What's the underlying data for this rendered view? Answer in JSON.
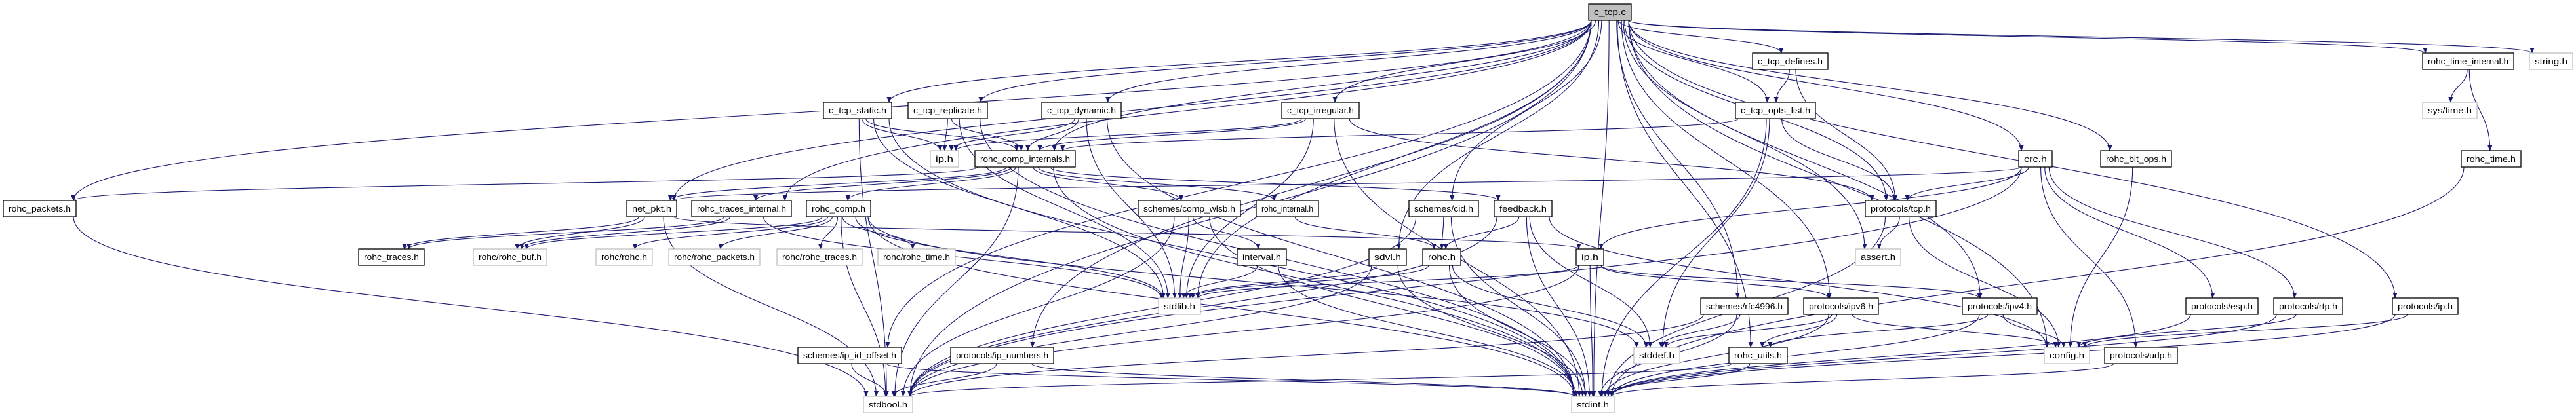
{
  "graph": {
    "type": "include-dependency-graph",
    "edge_color": "#191970",
    "root_fill": "#bfbfbf",
    "undocumented_border": "#bfbfbf",
    "nodes": [
      {
        "id": "c_tcp_c",
        "label": "c_tcp.c",
        "root": true
      },
      {
        "id": "c_tcp_defines",
        "label": "c_tcp_defines.h"
      },
      {
        "id": "rohc_time_internal",
        "label": "rohc_time_internal.h"
      },
      {
        "id": "string",
        "label": "string.h",
        "nodoc": true
      },
      {
        "id": "c_tcp_static",
        "label": "c_tcp_static.h"
      },
      {
        "id": "c_tcp_replicate",
        "label": "c_tcp_replicate.h"
      },
      {
        "id": "c_tcp_dynamic",
        "label": "c_tcp_dynamic.h"
      },
      {
        "id": "c_tcp_irregular",
        "label": "c_tcp_irregular.h"
      },
      {
        "id": "c_tcp_opts_list",
        "label": "c_tcp_opts_list.h"
      },
      {
        "id": "sys_time",
        "label": "sys/time.h",
        "nodoc": true
      },
      {
        "id": "ip_sys",
        "label": "ip.h",
        "nodoc": true
      },
      {
        "id": "rohc_comp_internals",
        "label": "rohc_comp_internals.h"
      },
      {
        "id": "crc",
        "label": "crc.h"
      },
      {
        "id": "rohc_bit_ops",
        "label": "rohc_bit_ops.h"
      },
      {
        "id": "rohc_time",
        "label": "rohc_time.h"
      },
      {
        "id": "rohc_packets",
        "label": "rohc_packets.h"
      },
      {
        "id": "net_pkt",
        "label": "net_pkt.h"
      },
      {
        "id": "rohc_traces_internal",
        "label": "rohc_traces_internal.h"
      },
      {
        "id": "rohc_comp",
        "label": "rohc_comp.h"
      },
      {
        "id": "comp_wlsb",
        "label": "schemes/comp_wlsb.h"
      },
      {
        "id": "rohc_internal",
        "label": "rohc_internal.h"
      },
      {
        "id": "cid",
        "label": "schemes/cid.h"
      },
      {
        "id": "feedback",
        "label": "feedback.h"
      },
      {
        "id": "tcp",
        "label": "protocols/tcp.h"
      },
      {
        "id": "rohc_traces",
        "label": "rohc_traces.h"
      },
      {
        "id": "rohc_buf",
        "label": "rohc/rohc_buf.h",
        "nodoc": true
      },
      {
        "id": "rohc_rohc",
        "label": "rohc/rohc.h",
        "nodoc": true
      },
      {
        "id": "rohc_rohc_packets",
        "label": "rohc/rohc_packets.h",
        "nodoc": true
      },
      {
        "id": "rohc_rohc_traces",
        "label": "rohc/rohc_traces.h",
        "nodoc": true
      },
      {
        "id": "rohc_rohc_time",
        "label": "rohc/rohc_time.h",
        "nodoc": true
      },
      {
        "id": "interval",
        "label": "interval.h"
      },
      {
        "id": "sdvl",
        "label": "sdvl.h"
      },
      {
        "id": "rohc_h",
        "label": "rohc.h"
      },
      {
        "id": "ip",
        "label": "ip.h"
      },
      {
        "id": "assert",
        "label": "assert.h",
        "nodoc": true
      },
      {
        "id": "stdlib",
        "label": "stdlib.h",
        "nodoc": true
      },
      {
        "id": "rfc4996",
        "label": "schemes/rfc4996.h"
      },
      {
        "id": "ipv6",
        "label": "protocols/ipv6.h"
      },
      {
        "id": "ipv4",
        "label": "protocols/ipv4.h"
      },
      {
        "id": "esp",
        "label": "protocols/esp.h"
      },
      {
        "id": "rtp",
        "label": "protocols/rtp.h"
      },
      {
        "id": "proto_ip",
        "label": "protocols/ip.h"
      },
      {
        "id": "ip_id_offset",
        "label": "schemes/ip_id_offset.h"
      },
      {
        "id": "ip_numbers",
        "label": "protocols/ip_numbers.h"
      },
      {
        "id": "stddef",
        "label": "stddef.h",
        "nodoc": true
      },
      {
        "id": "rohc_utils",
        "label": "rohc_utils.h"
      },
      {
        "id": "config",
        "label": "config.h",
        "nodoc": true
      },
      {
        "id": "udp",
        "label": "protocols/udp.h"
      },
      {
        "id": "stdbool",
        "label": "stdbool.h",
        "nodoc": true
      },
      {
        "id": "stdint",
        "label": "stdint.h",
        "nodoc": true
      }
    ],
    "edges": [
      [
        "c_tcp_c",
        "rohc_packets"
      ],
      [
        "c_tcp_c",
        "net_pkt"
      ],
      [
        "c_tcp_c",
        "rohc_traces_internal"
      ],
      [
        "c_tcp_c",
        "rohc_comp_internals"
      ],
      [
        "c_tcp_c",
        "c_tcp_static"
      ],
      [
        "c_tcp_c",
        "c_tcp_replicate"
      ],
      [
        "c_tcp_c",
        "c_tcp_dynamic"
      ],
      [
        "c_tcp_c",
        "c_tcp_irregular"
      ],
      [
        "c_tcp_c",
        "c_tcp_defines"
      ],
      [
        "c_tcp_c",
        "c_tcp_opts_list"
      ],
      [
        "c_tcp_c",
        "cid"
      ],
      [
        "c_tcp_c",
        "sdvl"
      ],
      [
        "c_tcp_c",
        "rfc4996"
      ],
      [
        "c_tcp_c",
        "tcp"
      ],
      [
        "c_tcp_c",
        "assert"
      ],
      [
        "c_tcp_c",
        "stdlib"
      ],
      [
        "c_tcp_c",
        "stdint"
      ],
      [
        "c_tcp_c",
        "stdbool"
      ],
      [
        "c_tcp_c",
        "rohc_utils"
      ],
      [
        "c_tcp_c",
        "ip_numbers"
      ],
      [
        "c_tcp_c",
        "ip_id_offset"
      ],
      [
        "c_tcp_c",
        "crc"
      ],
      [
        "c_tcp_c",
        "rohc_bit_ops"
      ],
      [
        "c_tcp_c",
        "ipv4"
      ],
      [
        "c_tcp_c",
        "ipv6"
      ],
      [
        "c_tcp_c",
        "proto_ip"
      ],
      [
        "c_tcp_c",
        "config"
      ],
      [
        "c_tcp_c",
        "rohc_time_internal"
      ],
      [
        "c_tcp_c",
        "string"
      ],
      [
        "c_tcp_static",
        "ip_sys"
      ],
      [
        "c_tcp_static",
        "rohc_comp_internals"
      ],
      [
        "c_tcp_static",
        "stdint"
      ],
      [
        "c_tcp_static",
        "stdbool"
      ],
      [
        "c_tcp_static",
        "stdlib"
      ],
      [
        "c_tcp_replicate",
        "ip_sys"
      ],
      [
        "c_tcp_replicate",
        "rohc_comp_internals"
      ],
      [
        "c_tcp_replicate",
        "stdlib"
      ],
      [
        "c_tcp_replicate",
        "stdint"
      ],
      [
        "c_tcp_dynamic",
        "ip_sys"
      ],
      [
        "c_tcp_dynamic",
        "rohc_comp_internals"
      ],
      [
        "c_tcp_dynamic",
        "stdlib"
      ],
      [
        "c_tcp_dynamic",
        "stdint"
      ],
      [
        "c_tcp_irregular",
        "ip_sys"
      ],
      [
        "c_tcp_irregular",
        "rohc_comp_internals"
      ],
      [
        "c_tcp_irregular",
        "tcp"
      ],
      [
        "c_tcp_irregular",
        "stdint"
      ],
      [
        "c_tcp_irregular",
        "stdlib"
      ],
      [
        "c_tcp_defines",
        "c_tcp_opts_list"
      ],
      [
        "c_tcp_defines",
        "tcp"
      ],
      [
        "c_tcp_opts_list",
        "rohc_comp_internals"
      ],
      [
        "c_tcp_opts_list",
        "tcp"
      ],
      [
        "c_tcp_opts_list",
        "stddef"
      ],
      [
        "c_tcp_opts_list",
        "stdint"
      ],
      [
        "rohc_comp_internals",
        "rohc_packets"
      ],
      [
        "rohc_comp_internals",
        "net_pkt"
      ],
      [
        "rohc_comp_internals",
        "rohc_traces_internal"
      ],
      [
        "rohc_comp_internals",
        "rohc_comp"
      ],
      [
        "rohc_comp_internals",
        "comp_wlsb"
      ],
      [
        "rohc_comp_internals",
        "rohc_internal"
      ],
      [
        "rohc_comp_internals",
        "feedback"
      ],
      [
        "rohc_comp_internals",
        "stdbool"
      ],
      [
        "rohc_comp_internals",
        "stdint"
      ],
      [
        "net_pkt",
        "rohc_traces"
      ],
      [
        "net_pkt",
        "rohc_buf"
      ],
      [
        "net_pkt",
        "ip"
      ],
      [
        "net_pkt",
        "stdbool"
      ],
      [
        "rohc_traces_internal",
        "rohc_traces"
      ],
      [
        "rohc_traces_internal",
        "rohc_buf"
      ],
      [
        "rohc_traces_internal",
        "stdlib"
      ],
      [
        "rohc_comp",
        "rohc_rohc"
      ],
      [
        "rohc_comp",
        "rohc_rohc_packets"
      ],
      [
        "rohc_comp",
        "rohc_rohc_traces"
      ],
      [
        "rohc_comp",
        "rohc_rohc_time"
      ],
      [
        "rohc_comp",
        "rohc_buf"
      ],
      [
        "rohc_comp",
        "stdlib"
      ],
      [
        "rohc_comp",
        "stdint"
      ],
      [
        "rohc_comp",
        "stdbool"
      ],
      [
        "rohc_comp",
        "stddef"
      ],
      [
        "comp_wlsb",
        "interval"
      ],
      [
        "comp_wlsb",
        "stdlib"
      ],
      [
        "comp_wlsb",
        "stdint"
      ],
      [
        "comp_wlsb",
        "stdbool"
      ],
      [
        "rohc_internal",
        "rohc_h"
      ],
      [
        "interval",
        "stdlib"
      ],
      [
        "interval",
        "stdint"
      ],
      [
        "cid",
        "rohc_h"
      ],
      [
        "cid",
        "stdint"
      ],
      [
        "cid",
        "stdbool"
      ],
      [
        "feedback",
        "rohc_h"
      ],
      [
        "feedback",
        "stdint"
      ],
      [
        "feedback",
        "stdbool"
      ],
      [
        "feedback",
        "stddef"
      ],
      [
        "feedback",
        "config"
      ],
      [
        "sdvl",
        "stdlib"
      ],
      [
        "sdvl",
        "stdint"
      ],
      [
        "sdvl",
        "stdbool"
      ],
      [
        "rohc_h",
        "stdlib"
      ],
      [
        "rohc_h",
        "stdint"
      ],
      [
        "rohc_h",
        "stddef"
      ],
      [
        "ip",
        "ipv4"
      ],
      [
        "ip",
        "ipv6"
      ],
      [
        "ip",
        "stdlib"
      ],
      [
        "ip",
        "stdint"
      ],
      [
        "ip",
        "stdbool"
      ],
      [
        "rfc4996",
        "stddef"
      ],
      [
        "rfc4996",
        "stdint"
      ],
      [
        "rfc4996",
        "stdbool"
      ],
      [
        "ipv6",
        "stddef"
      ],
      [
        "ipv6",
        "rohc_utils"
      ],
      [
        "ipv6",
        "stdint"
      ],
      [
        "ipv6",
        "config"
      ],
      [
        "ipv4",
        "config"
      ],
      [
        "ipv4",
        "stdint"
      ],
      [
        "ipv4",
        "rohc_utils"
      ],
      [
        "rohc_utils",
        "stdint"
      ],
      [
        "rohc_utils",
        "stdbool"
      ],
      [
        "tcp",
        "assert"
      ],
      [
        "tcp",
        "config"
      ],
      [
        "tcp",
        "stdint"
      ],
      [
        "crc",
        "tcp"
      ],
      [
        "crc",
        "ip"
      ],
      [
        "crc",
        "esp"
      ],
      [
        "crc",
        "rtp"
      ],
      [
        "crc",
        "udp"
      ],
      [
        "crc",
        "net_pkt"
      ],
      [
        "crc",
        "stdbool"
      ],
      [
        "rohc_bit_ops",
        "config"
      ],
      [
        "esp",
        "stdint"
      ],
      [
        "rtp",
        "config"
      ],
      [
        "rtp",
        "stdint"
      ],
      [
        "proto_ip",
        "config"
      ],
      [
        "proto_ip",
        "stdint"
      ],
      [
        "udp",
        "stdint"
      ],
      [
        "rohc_time_internal",
        "sys_time"
      ],
      [
        "rohc_time_internal",
        "rohc_time"
      ],
      [
        "rohc_time",
        "stdint"
      ],
      [
        "ip_id_offset",
        "stdbool"
      ],
      [
        "ip_id_offset",
        "stdint"
      ],
      [
        "ip_numbers",
        "stdbool"
      ],
      [
        "ip_numbers",
        "stdint"
      ],
      [
        "rohc_packets",
        "stdbool"
      ]
    ]
  }
}
